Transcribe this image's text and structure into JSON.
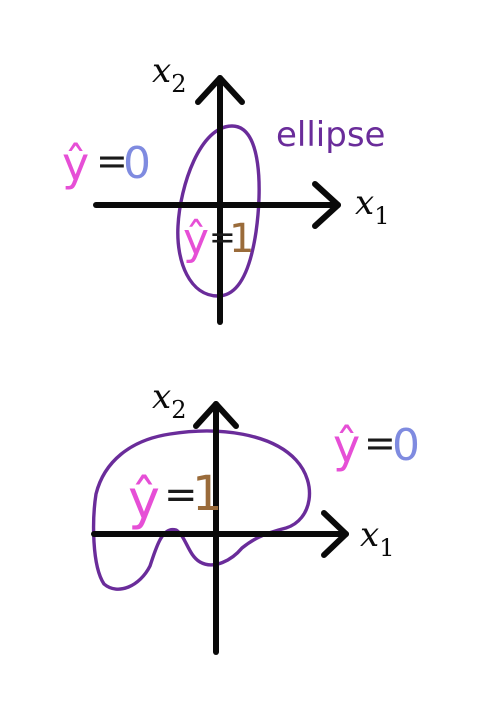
{
  "colors": {
    "axis": "#0a0a0a",
    "boundary": "#6a2c9a",
    "yhat": "#e64fd6",
    "zero": "#7f8be0",
    "one": "#9a6b3a",
    "equals": "#1a1a1a"
  },
  "panels": [
    {
      "x_axis_label": "x",
      "x_axis_subscript": "1",
      "y_axis_label": "x",
      "y_axis_subscript": "2",
      "boundary_label": "ellipse",
      "outside_prediction": {
        "symbol": "ŷ",
        "equals": "=",
        "value": "0"
      },
      "inside_prediction": {
        "symbol": "ŷ",
        "equals": "=",
        "value": "1"
      }
    },
    {
      "x_axis_label": "x",
      "x_axis_subscript": "1",
      "y_axis_label": "x",
      "y_axis_subscript": "2",
      "outside_prediction": {
        "symbol": "ŷ",
        "equals": "=",
        "value": "0"
      },
      "inside_prediction": {
        "symbol": "ŷ",
        "equals": "=",
        "value": "1"
      }
    }
  ]
}
